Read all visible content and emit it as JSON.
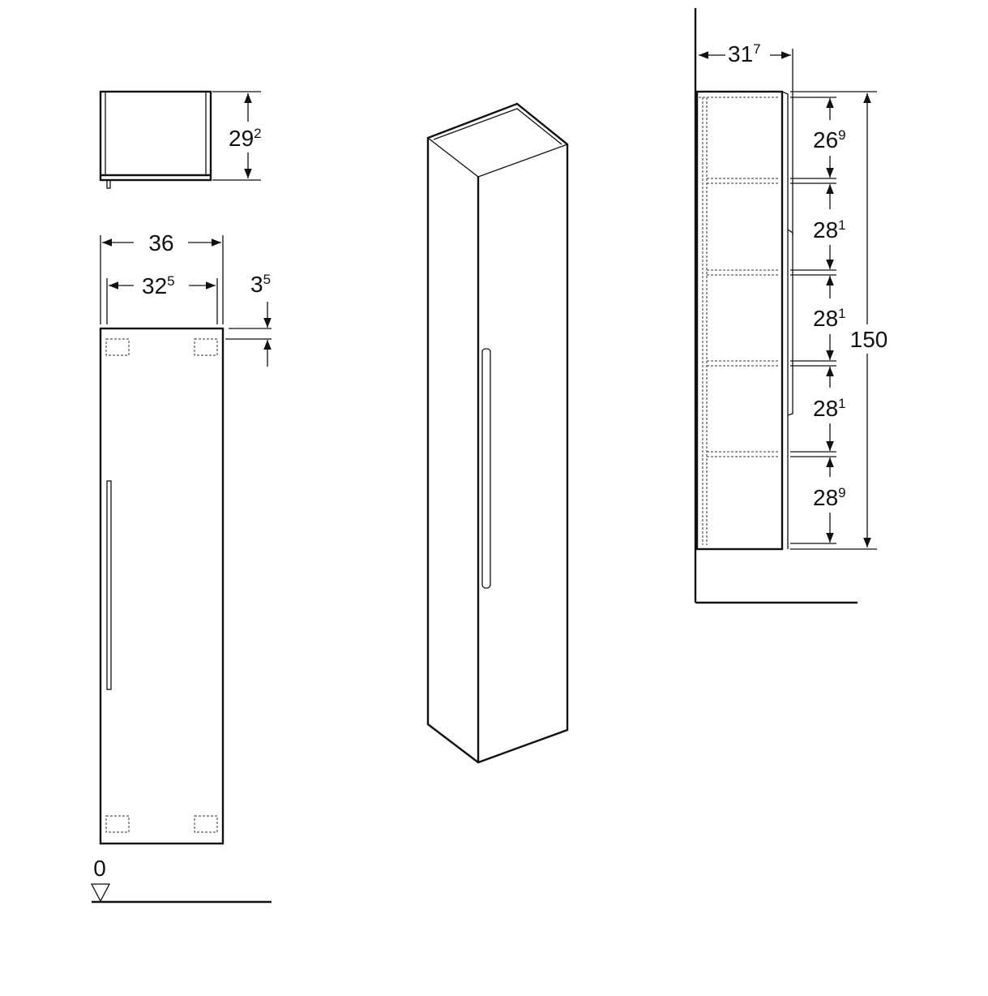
{
  "top_view": {
    "depth": {
      "main": "29",
      "sup": "2"
    }
  },
  "front_view": {
    "width_outer": {
      "main": "36",
      "sup": ""
    },
    "width_inner": {
      "main": "32",
      "sup": "5"
    },
    "top_offset": {
      "main": "3",
      "sup": "5"
    },
    "floor_level": "0"
  },
  "side_view": {
    "depth": {
      "main": "31",
      "sup": "7"
    },
    "total_height": "150",
    "compartments": [
      {
        "main": "26",
        "sup": "9"
      },
      {
        "main": "28",
        "sup": "1"
      },
      {
        "main": "28",
        "sup": "1"
      },
      {
        "main": "28",
        "sup": "1"
      },
      {
        "main": "28",
        "sup": "9"
      }
    ]
  }
}
